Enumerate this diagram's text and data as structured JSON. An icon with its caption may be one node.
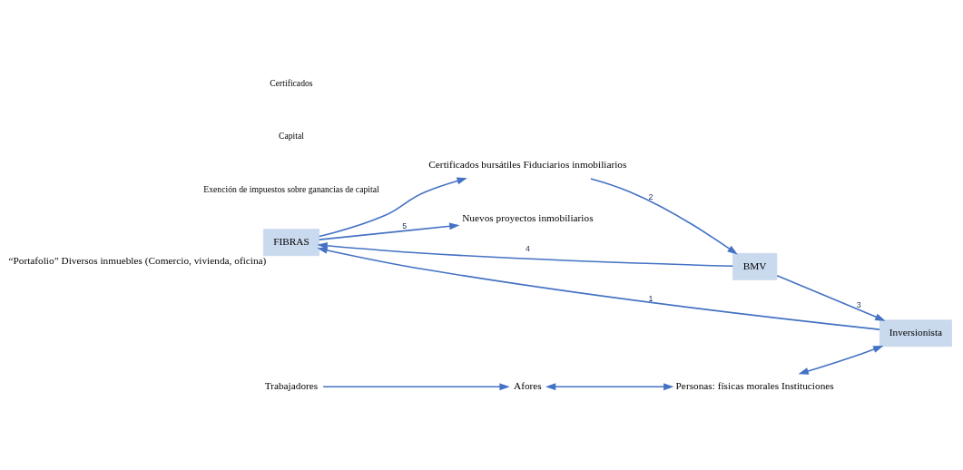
{
  "diagram": {
    "nodes": [
      {
        "text": [
          "FIBRAS"
        ],
        "beside": [
          "“Portafolio” Diversos inmuebles (Comercio, vivienda, oficina)"
        ]
      },
      {
        "text": [
          "Certificados bursátiles Fiduciarios inmobiliarios"
        ]
      },
      {
        "text": [
          "BMV"
        ]
      },
      {
        "text": [
          "Nuevos proyectos inmobiliarios"
        ]
      },
      {
        "text": [
          "Inversionista"
        ]
      },
      {
        "text": [
          "Personas: físicas morales Instituciones"
        ]
      },
      {
        "text": [
          "Afores"
        ]
      },
      {
        "text": [
          "Trabajadores"
        ]
      }
    ],
    "edges": [
      {
        "from": 0,
        "to": 1,
        "arrow": "to"
      },
      {
        "from": 1,
        "to": 2,
        "arrow": "to",
        "label": "2"
      },
      {
        "from": 2,
        "to": 4,
        "arrow": "to",
        "label": "3"
      },
      {
        "from": 2,
        "to": 0,
        "arrow": "to",
        "label": "4"
      },
      {
        "from": 0,
        "to": 3,
        "arrow": "to",
        "label": "5"
      },
      {
        "from": 4,
        "to": 0,
        "arrow": "to",
        "label": "1"
      },
      {
        "from": 5,
        "to": 4,
        "arrow": "both"
      },
      {
        "from": 6,
        "to": 5,
        "arrow": "both"
      },
      {
        "from": 7,
        "to": 6,
        "arrow": "to"
      }
    ],
    "labels": [
      "Exención de impuestos sobre ganancias de capital",
      "Capital",
      "Certificados"
    ]
  }
}
